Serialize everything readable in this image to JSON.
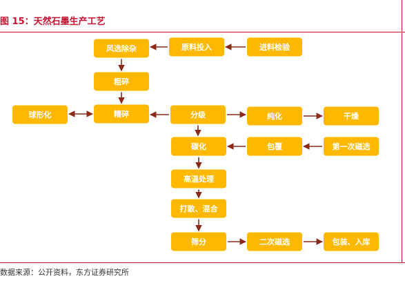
{
  "title": "图 15：天然石墨生产工艺",
  "source": "数据来源：公开资料，东方证券研究所",
  "colors": {
    "node": "#ffb800",
    "arrow": "#8b2a18",
    "accent": "#c8102e"
  },
  "nodes": [
    {
      "id": "jinliao",
      "label": "进料检验"
    },
    {
      "id": "yuanliao",
      "label": "原料投入"
    },
    {
      "id": "fengxuan",
      "label": "风选除杂"
    },
    {
      "id": "cusui",
      "label": "粗碎"
    },
    {
      "id": "jingsui",
      "label": "精碎"
    },
    {
      "id": "qiuxing",
      "label": "球形化"
    },
    {
      "id": "fenji",
      "label": "分级"
    },
    {
      "id": "chunhua",
      "label": "纯化"
    },
    {
      "id": "ganzao",
      "label": "干燥"
    },
    {
      "id": "tanhua",
      "label": "碳化"
    },
    {
      "id": "baofu",
      "label": "包覆"
    },
    {
      "id": "ciyi",
      "label": "第一次磁选"
    },
    {
      "id": "gaowen",
      "label": "高温处理"
    },
    {
      "id": "dasan",
      "label": "打散、混合"
    },
    {
      "id": "shaifen",
      "label": "筛分"
    },
    {
      "id": "cier",
      "label": "二次磁选"
    },
    {
      "id": "baozhuang",
      "label": "包装、入库"
    }
  ],
  "edges": [
    {
      "from": "jinliao",
      "to": "yuanliao"
    },
    {
      "from": "yuanliao",
      "to": "fengxuan"
    },
    {
      "from": "fengxuan",
      "to": "cusui"
    },
    {
      "from": "cusui",
      "to": "jingsui"
    },
    {
      "from": "jingsui",
      "to": "qiuxing",
      "bidirectional": true
    },
    {
      "from": "fenji",
      "to": "jingsui"
    },
    {
      "from": "fenji",
      "to": "chunhua"
    },
    {
      "from": "chunhua",
      "to": "ganzao"
    },
    {
      "from": "fenji",
      "to": "tanhua"
    },
    {
      "from": "baofu",
      "to": "tanhua"
    },
    {
      "from": "ciyi",
      "to": "baofu"
    },
    {
      "from": "tanhua",
      "to": "gaowen"
    },
    {
      "from": "gaowen",
      "to": "dasan"
    },
    {
      "from": "dasan",
      "to": "shaifen"
    },
    {
      "from": "shaifen",
      "to": "cier"
    },
    {
      "from": "cier",
      "to": "baozhuang"
    }
  ]
}
